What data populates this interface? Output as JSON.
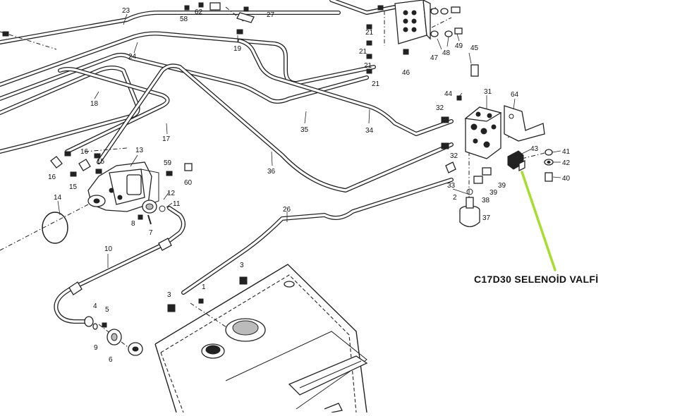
{
  "parts": [
    {
      "n": "1"
    },
    {
      "n": "2"
    },
    {
      "n": "3"
    },
    {
      "n": "3"
    },
    {
      "n": "3"
    },
    {
      "n": "4"
    },
    {
      "n": "5"
    },
    {
      "n": "6"
    },
    {
      "n": "7"
    },
    {
      "n": "8"
    },
    {
      "n": "9"
    },
    {
      "n": "10"
    },
    {
      "n": "11"
    },
    {
      "n": "12"
    },
    {
      "n": "13"
    },
    {
      "n": "14"
    },
    {
      "n": "15"
    },
    {
      "n": "15"
    },
    {
      "n": "16"
    },
    {
      "n": "16"
    },
    {
      "n": "17"
    },
    {
      "n": "18"
    },
    {
      "n": "19"
    },
    {
      "n": "21"
    },
    {
      "n": "21"
    },
    {
      "n": "21"
    },
    {
      "n": "21"
    },
    {
      "n": "23"
    },
    {
      "n": "24"
    },
    {
      "n": "26"
    },
    {
      "n": "27"
    },
    {
      "n": "31"
    },
    {
      "n": "32"
    },
    {
      "n": "32"
    },
    {
      "n": "33"
    },
    {
      "n": "34"
    },
    {
      "n": "35"
    },
    {
      "n": "36"
    },
    {
      "n": "37"
    },
    {
      "n": "38"
    },
    {
      "n": "39"
    },
    {
      "n": "39"
    },
    {
      "n": "40"
    },
    {
      "n": "41"
    },
    {
      "n": "42"
    },
    {
      "n": "43"
    },
    {
      "n": "44"
    },
    {
      "n": "45"
    },
    {
      "n": "46"
    },
    {
      "n": "47"
    },
    {
      "n": "48"
    },
    {
      "n": "49"
    },
    {
      "n": "58"
    },
    {
      "n": "59"
    },
    {
      "n": "60"
    },
    {
      "n": "62"
    },
    {
      "n": "64"
    }
  ],
  "annotation": {
    "text": "C17D30 SELENOİD VALFİ",
    "pointer_color": "#a6dd2e"
  }
}
